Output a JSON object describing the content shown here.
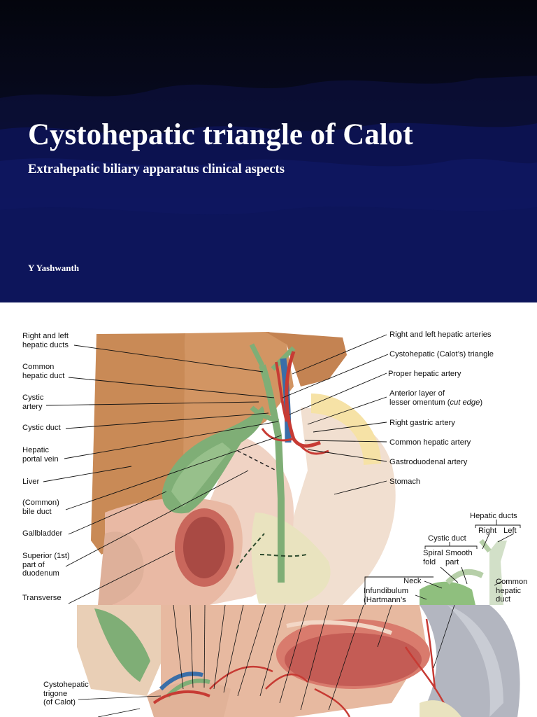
{
  "slide": {
    "title": "Cystohepatic triangle of Calot",
    "subtitle": "Extrahepatic biliary apparatus clinical aspects",
    "author": "Y Yashwanth"
  },
  "figure1": {
    "left_labels": [
      "Right and left\nhepatic ducts",
      "Common\nhepatic duct",
      "Cystic\nartery",
      "Cystic duct",
      "Hepatic\nportal vein",
      "Liver",
      "(Common)\nbile duct",
      "Gallbladder",
      "Superior (1st)\npart of\nduodenum",
      "Transverse"
    ],
    "right_labels": [
      "Right and left hepatic arteries",
      "Cystohepatic (Calot’s) triangle",
      "Proper hepatic artery",
      "Anterior layer of\nlesser omentum (",
      "Right gastric artery",
      "Common hepatic artery",
      "Gastroduodenal artery",
      "Stomach"
    ],
    "cut_edge": "cut edge",
    "cut_edge_close": ")",
    "inset": {
      "hepatic_ducts": "Hepatic ducts",
      "right": "Right",
      "left": "Left",
      "cystic_duct": "Cystic duct",
      "spiral_fold": "Spiral\nfold",
      "smooth_part": "Smooth\npart",
      "neck": "Neck",
      "infundibulum": "Infundibulum\n(Hartmann’s",
      "common_hepatic_duct": "Common\nhepatic\nduct"
    }
  },
  "figure2": {
    "label": "Cystohepatic\ntrigone\n(of Calot)"
  }
}
